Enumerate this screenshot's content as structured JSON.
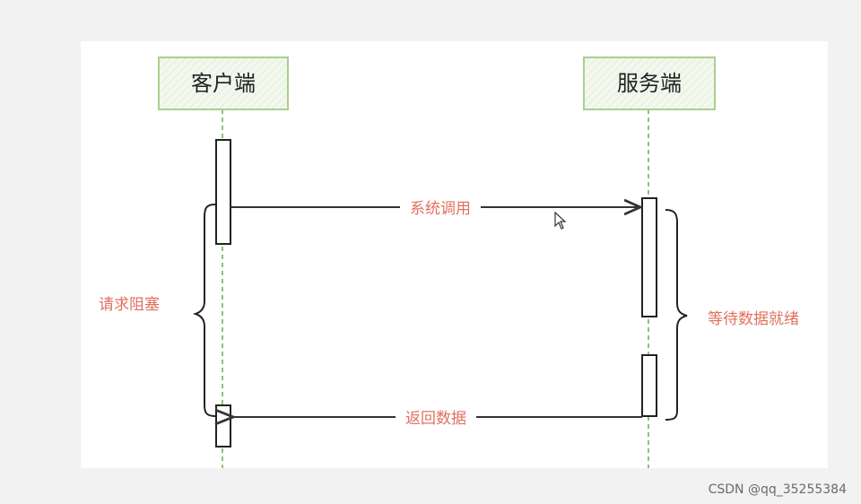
{
  "diagram": {
    "actors": {
      "client": "客户端",
      "server": "服务端"
    },
    "messages": {
      "system_call": "系统调用",
      "return_data": "返回数据"
    },
    "notes": {
      "request_blocked": "请求阻塞",
      "wait_data_ready": "等待数据就绪"
    }
  },
  "watermark": "CSDN @qq_35255384",
  "colors": {
    "actor_fill": "#f1f7ea",
    "actor_border": "#a9cf90",
    "lifeline": "#8cc47a",
    "label_text": "#e0705f",
    "arrow": "#333333"
  }
}
